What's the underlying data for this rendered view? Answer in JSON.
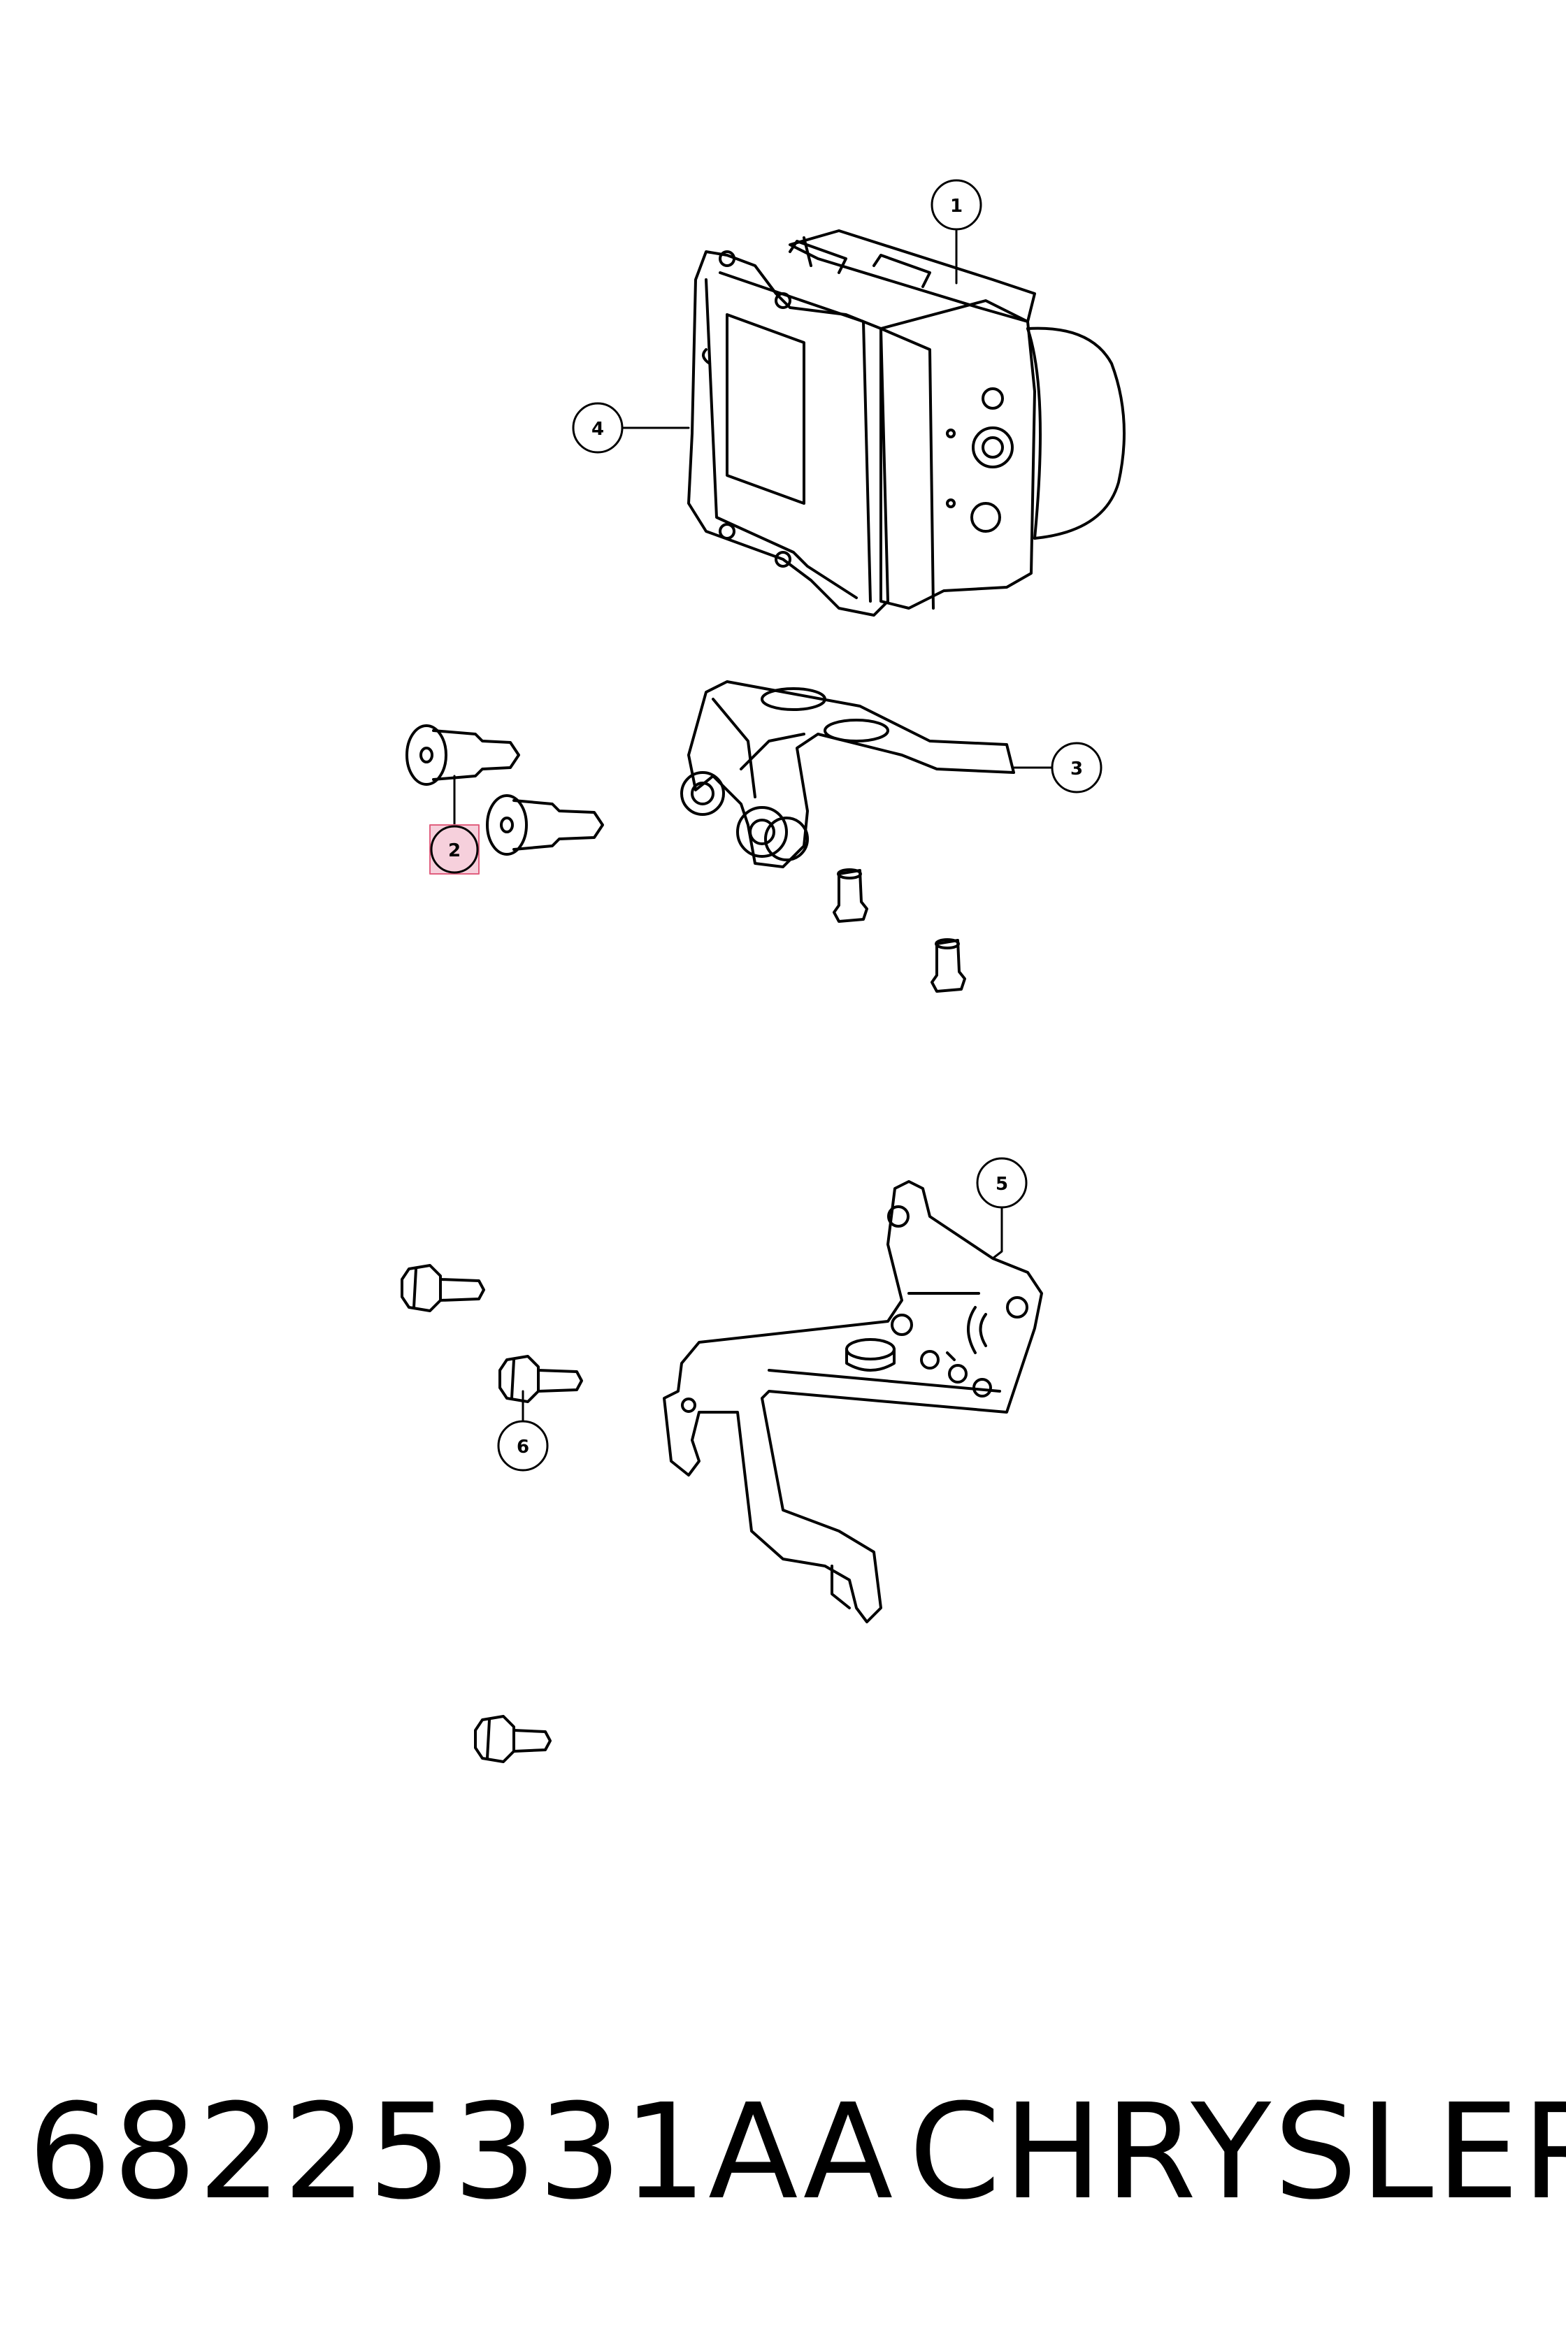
{
  "callouts": [
    {
      "id": "c1",
      "label": "1"
    },
    {
      "id": "c2",
      "label": "2",
      "highlighted": true
    },
    {
      "id": "c3",
      "label": "3"
    },
    {
      "id": "c4",
      "label": "4"
    },
    {
      "id": "c5",
      "label": "5"
    },
    {
      "id": "c6",
      "label": "6"
    }
  ],
  "footer": {
    "part_number": "68225331AA",
    "manufacturer": "CHRYSLER"
  },
  "colors": {
    "line": "#000000",
    "highlight_fill": "#f6d0dc",
    "highlight_stroke": "#e0607f"
  }
}
